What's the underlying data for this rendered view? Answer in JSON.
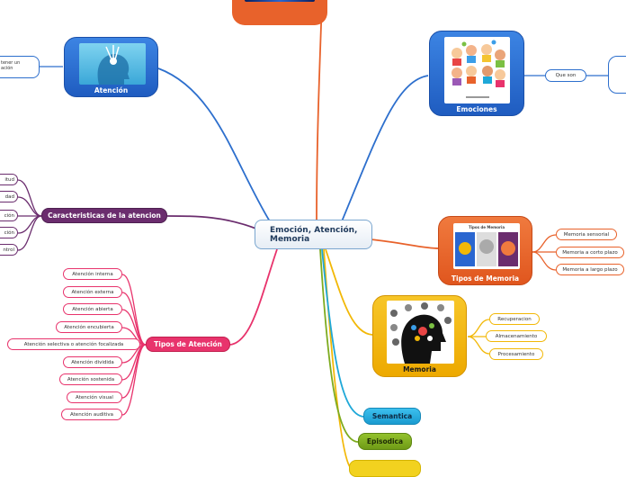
{
  "central": "Emoción, Atención, Memoria",
  "colors": {
    "blue": "#2d6fcd",
    "purple": "#6b2d6e",
    "pink": "#e8336c",
    "orange": "#e8622b",
    "yellow": "#f2b807",
    "cyan": "#1fa8d8",
    "green": "#7dab1f"
  },
  "atencion": {
    "label": "Atención",
    "note": "tener un\nación",
    "note_l1": "tener un",
    "note_l2": "ación"
  },
  "emociones": {
    "label": "Emociones",
    "link": "Que son"
  },
  "caracteristicas": {
    "label": "Caracteristicas de la atencion",
    "items": [
      "itud",
      "dad",
      "ción",
      "ción",
      "ntrol"
    ]
  },
  "tipos_atencion": {
    "label": "Tipos de Atención",
    "items": [
      "Atención interna",
      "Atención externa",
      "Atención abierta",
      "Atención encubierta",
      "Atención selectiva o atención focalizada",
      "Atención dividida",
      "Atención sostenida",
      "Atención visual",
      "Atención auditiva"
    ]
  },
  "tipos_memoria": {
    "label": "Tipos de Memoria",
    "image_title": "Tipos de Memoria",
    "items": [
      "Memoria sensorial",
      "Memoria a corto plazo",
      "Memoria a largo plazo"
    ]
  },
  "memoria": {
    "label": "Memoria",
    "items": [
      "Recuperacion",
      "Almacenamiento",
      "Procesamiento"
    ]
  },
  "semantica": {
    "label": "Semantica"
  },
  "episodica": {
    "label": "Episodica"
  }
}
